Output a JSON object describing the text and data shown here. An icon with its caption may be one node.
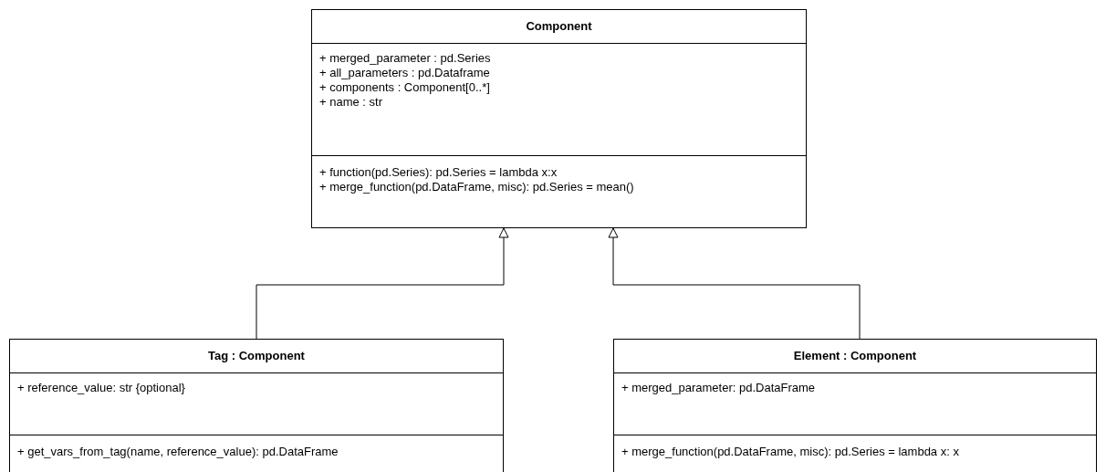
{
  "diagram": {
    "nodes": [
      {
        "text": [
          "Component",
          "+ merged_parameter : pd.Series",
          "+ all_parameters : pd.Dataframe",
          "+ components : Component[0..*]",
          "+ name : str",
          "+ function(pd.Series): pd.Series = lambda x:x",
          "+ merge_function(pd.DataFrame, misc): pd.Series = mean()"
        ]
      },
      {
        "text": [
          "Tag : Component",
          "+ reference_value: str {optional}",
          "+ get_vars_from_tag(name, reference_value): pd.DataFrame"
        ]
      },
      {
        "text": [
          "Element : Component",
          "+ merged_parameter: pd.DataFrame",
          "+ merge_function(pd.DataFrame, misc): pd.Series = lambda x: x"
        ]
      }
    ],
    "edges": [
      {
        "from": 1,
        "to": 0,
        "arrow": "to"
      },
      {
        "from": 2,
        "to": 0,
        "arrow": "to"
      }
    ]
  }
}
